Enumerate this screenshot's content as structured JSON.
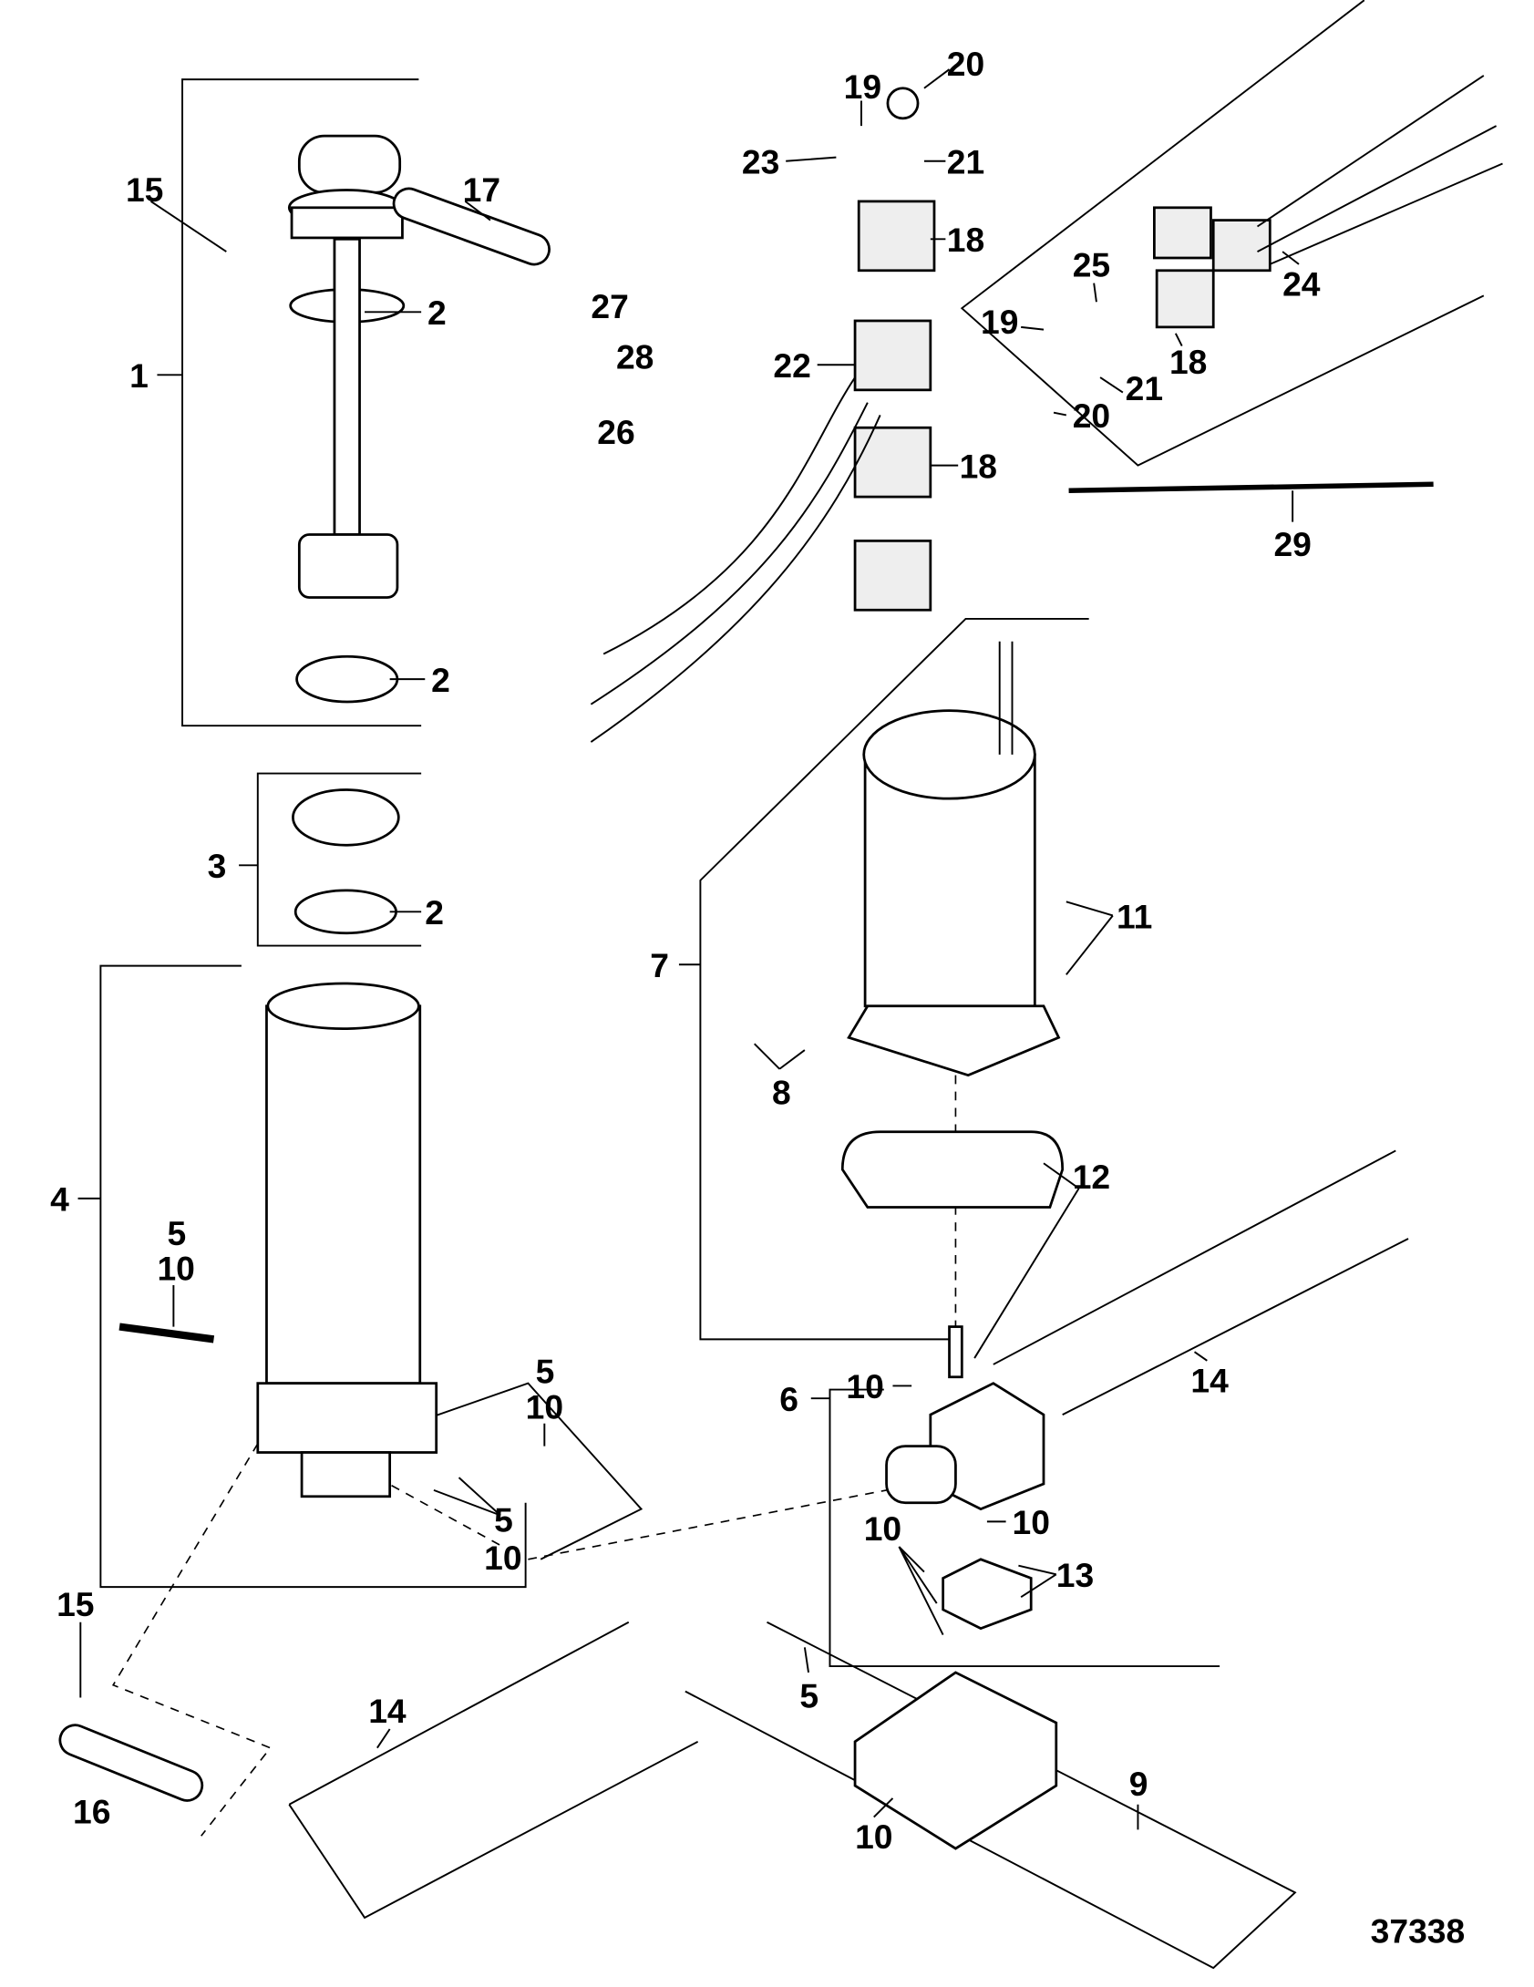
{
  "diagram": {
    "figure_number": "37338",
    "callouts": [
      "15",
      "17",
      "2",
      "1",
      "27",
      "28",
      "26",
      "2",
      "3",
      "2",
      "4",
      "5",
      "10",
      "5",
      "10",
      "5",
      "10",
      "15",
      "16",
      "14",
      "23",
      "19",
      "20",
      "21",
      "18",
      "22",
      "18",
      "25",
      "19",
      "24",
      "18",
      "21",
      "20",
      "29",
      "7",
      "11",
      "8",
      "12",
      "14",
      "6",
      "10",
      "10",
      "10",
      "13",
      "5",
      "9",
      "10"
    ]
  }
}
